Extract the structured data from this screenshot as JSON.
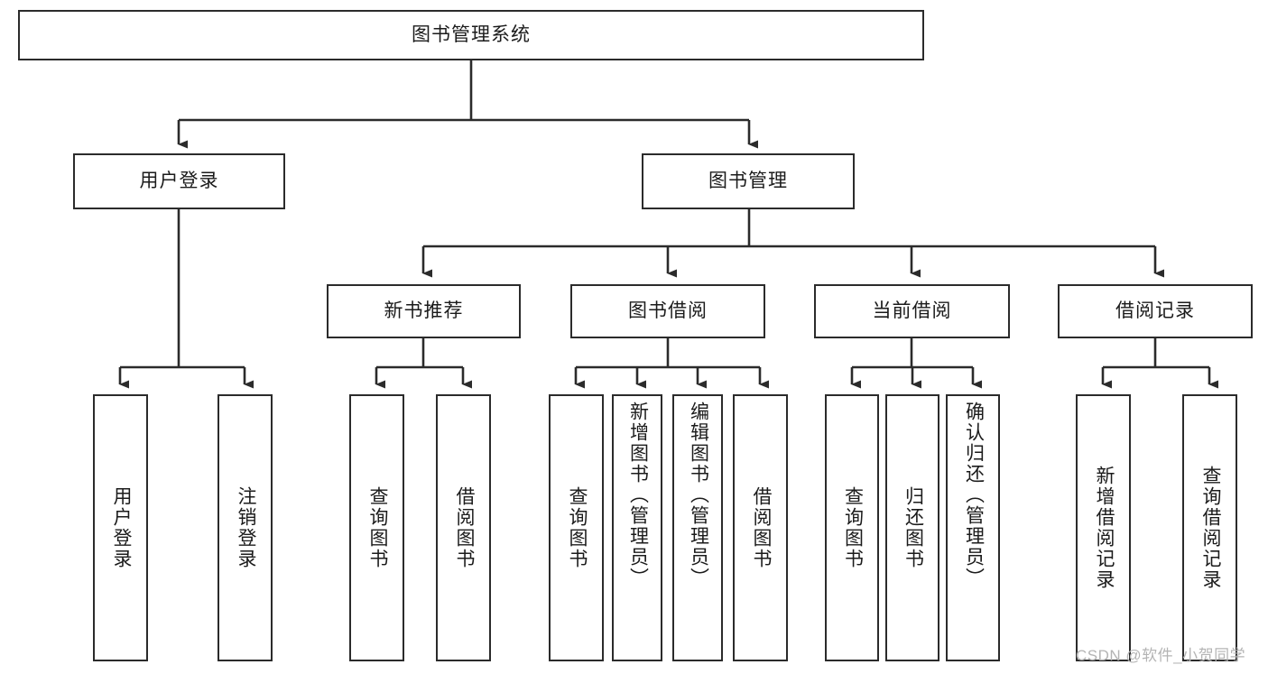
{
  "diagram": {
    "title": "图书管理系统",
    "type": "hierarchy-tree",
    "colors": {
      "box_border": "#2b2b2b",
      "box_fill": "#ffffff",
      "connector": "#2b2b2b",
      "background": "#ffffff",
      "watermark": "#b4b4b4"
    },
    "root": {
      "label": "图书管理系统"
    },
    "level2": [
      {
        "label": "用户登录"
      },
      {
        "label": "图书管理"
      }
    ],
    "level3": [
      {
        "label": "新书推荐"
      },
      {
        "label": "图书借阅"
      },
      {
        "label": "当前借阅"
      },
      {
        "label": "借阅记录"
      }
    ],
    "leaves": {
      "user_login": [
        {
          "label": "用户登录"
        },
        {
          "label": "注销登录"
        }
      ],
      "new_book_recommend": [
        {
          "label": "查询图书"
        },
        {
          "label": "借阅图书"
        }
      ],
      "book_borrow": [
        {
          "label": "查询图书"
        },
        {
          "label": "新增图书（管理员）"
        },
        {
          "label": "编辑图书（管理员）"
        },
        {
          "label": "借阅图书"
        }
      ],
      "current_borrow": [
        {
          "label": "查询图书"
        },
        {
          "label": "归还图书"
        },
        {
          "label": "确认归还（管理员）"
        }
      ],
      "borrow_record": [
        {
          "label": "新增借阅记录"
        },
        {
          "label": "查询借阅记录"
        }
      ]
    },
    "watermark": "CSDN @软件_小贺同学"
  }
}
